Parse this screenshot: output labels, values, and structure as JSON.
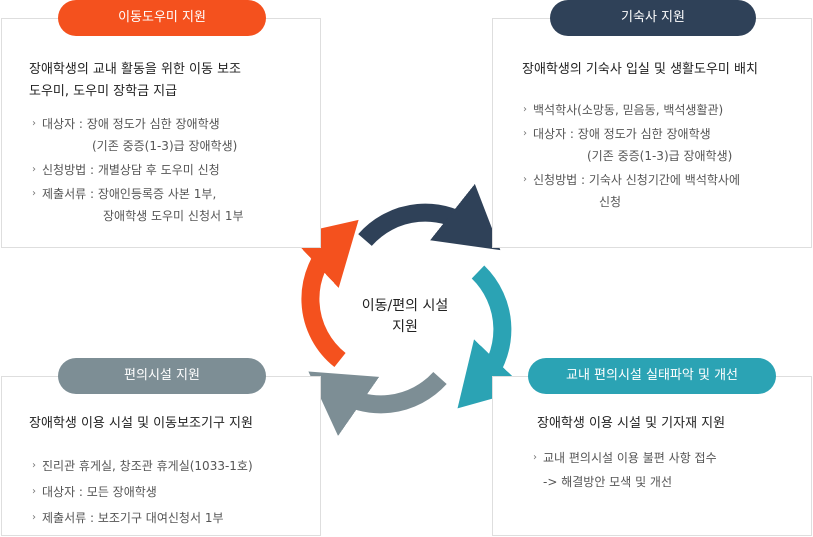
{
  "center": {
    "line1": "이동/편의 시설",
    "line2": "지원"
  },
  "colors": {
    "orange": "#f4511e",
    "navy": "#2f4158",
    "gray": "#7d8e95",
    "teal": "#2ba3b4"
  },
  "panels": {
    "top_left": {
      "pill": "이동도우미 지원",
      "title_line1": "장애학생의 교내 활동을 위한 이동 보조",
      "title_line2": "도우미, 도우미 장학금 지급",
      "items": [
        {
          "text": "대상자 : 장애 정도가 심한 장애학생",
          "cont": "(기존 중증(1-3)급 장애학생)"
        },
        {
          "text": "신청방법 : 개별상담 후 도우미 신청"
        },
        {
          "text": "제출서류 : 장애인등록증 사본 1부,",
          "cont": "장애학생 도우미 신청서 1부"
        }
      ]
    },
    "top_right": {
      "pill": "기숙사 지원",
      "title_line1": "장애학생의 기숙사 입실 및 생활도우미 배치",
      "items": [
        {
          "text": "백석학사(소망동, 믿음동, 백석생활관)"
        },
        {
          "text": "대상자 : 장애 정도가 심한 장애학생",
          "cont": "(기존 중증(1-3)급 장애학생)"
        },
        {
          "text": "신청방법 : 기숙사 신청기간에 백석학사에",
          "cont": "신청"
        }
      ]
    },
    "bottom_left": {
      "pill": "편의시설 지원",
      "title_line1": "장애학생 이용 시설 및 이동보조기구 지원",
      "items": [
        {
          "text": "진리관 휴게실, 창조관 휴게실(1033-1호)"
        },
        {
          "text": "대상자 : 모든 장애학생"
        },
        {
          "text": "제출서류 : 보조기구 대여신청서 1부"
        }
      ]
    },
    "bottom_right": {
      "pill": "교내 편의시설 실태파악 및 개선",
      "title_line1": "장애학생 이용 시설 및 기자재 지원",
      "items": [
        {
          "text": "교내 편의시설 이용 불편 사항 접수",
          "cont": "-> 해결방안 모색 및 개선"
        }
      ]
    }
  }
}
